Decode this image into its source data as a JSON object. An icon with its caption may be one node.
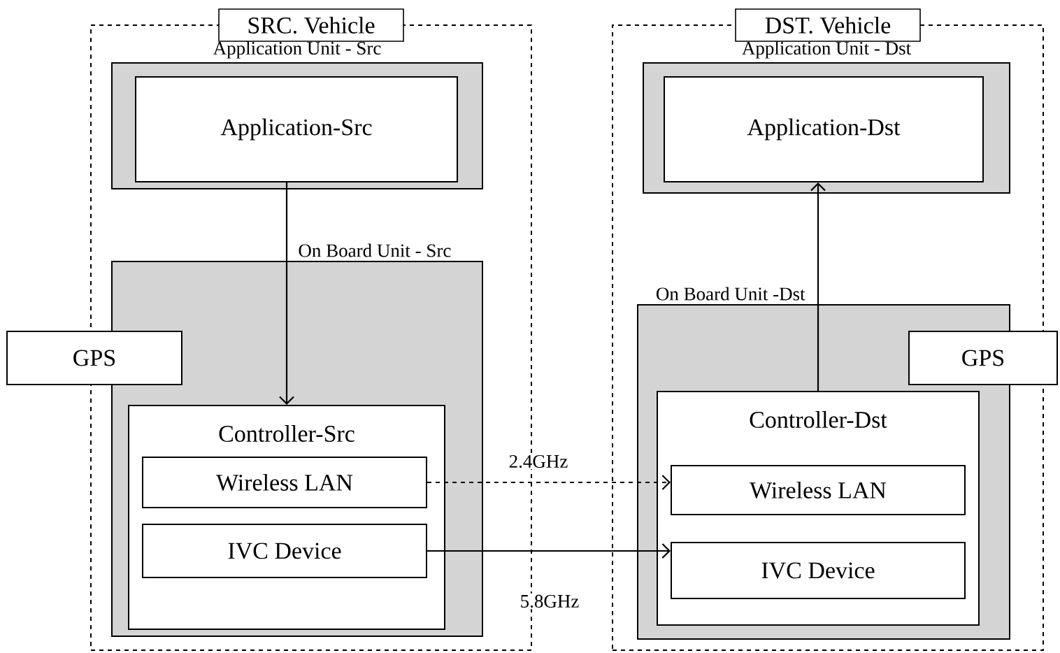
{
  "diagram": {
    "nodes": [
      {
        "text": [
          "SRC. Vehicle"
        ]
      },
      {
        "text": [
          "Application Unit - Src"
        ],
        "in": 0
      },
      {
        "text": [
          "Application-Src"
        ],
        "in": 1
      },
      {
        "text": [
          "On Board Unit - Src"
        ],
        "in": 0
      },
      {
        "text": [
          "GPS"
        ]
      },
      {
        "text": [
          "Controller-Src"
        ],
        "in": 3
      },
      {
        "text": [
          "Wireless LAN"
        ],
        "in": 5
      },
      {
        "text": [
          "IVC Device"
        ],
        "in": 5
      },
      {
        "text": [
          "DST. Vehicle"
        ]
      },
      {
        "text": [
          "Application Unit - Dst"
        ],
        "in": 8
      },
      {
        "text": [
          "Application-Dst"
        ],
        "in": 9
      },
      {
        "text": [
          "On Board Unit -Dst"
        ],
        "in": 8
      },
      {
        "text": [
          "GPS"
        ]
      },
      {
        "text": [
          "Controller-Dst"
        ],
        "in": 11
      },
      {
        "text": [
          "Wireless LAN"
        ],
        "in": 13
      },
      {
        "text": [
          "IVC Device"
        ],
        "in": 13
      }
    ],
    "edges": [
      {
        "from": 2,
        "to": 5,
        "arrow": "to"
      },
      {
        "from": 13,
        "to": 10,
        "arrow": "to"
      },
      {
        "from": 6,
        "to": 14,
        "arrow": "to",
        "label": "2.4GHz",
        "style": "dashed"
      },
      {
        "from": 7,
        "to": 15,
        "arrow": "to",
        "label": "5.8GHz"
      }
    ]
  }
}
